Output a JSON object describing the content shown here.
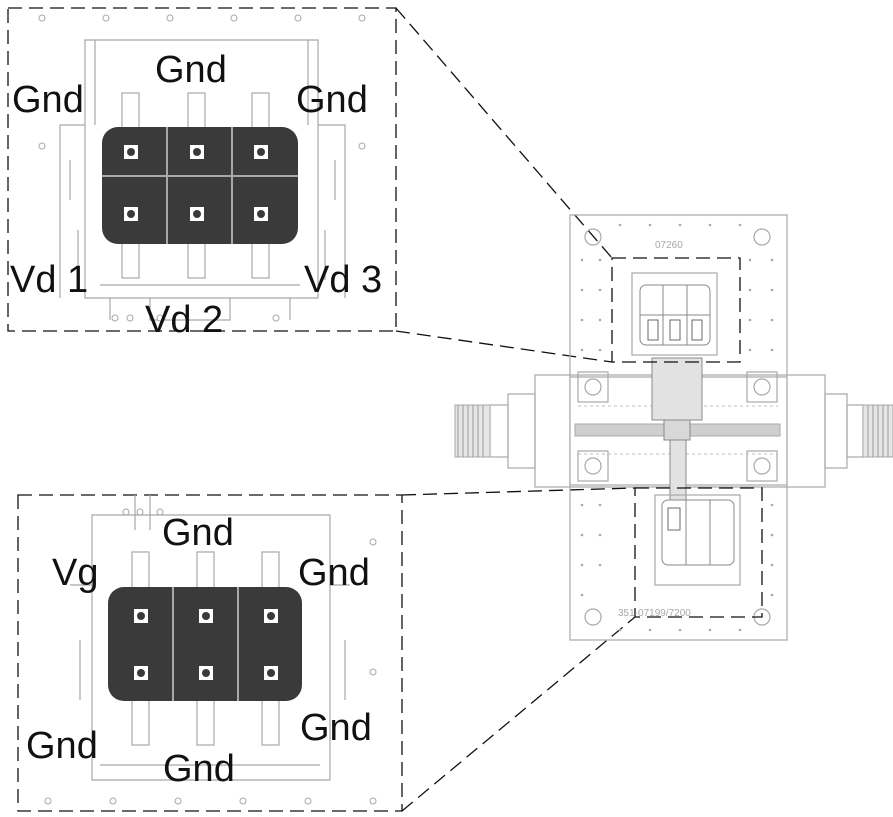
{
  "colors": {
    "background": "#ffffff",
    "trace": "#a8a8a8",
    "pad_fill": "#3a3a3a",
    "callout_border": "#111111",
    "label": "#111111"
  },
  "top_inset": {
    "labels": {
      "gnd_top": "Gnd",
      "gnd_left": "Gnd",
      "gnd_right": "Gnd",
      "vd1": "Vd 1",
      "vd2": "Vd 2",
      "vd3": "Vd 3"
    }
  },
  "bottom_inset": {
    "labels": {
      "vg": "Vg",
      "gnd_top": "Gnd",
      "gnd_right_top": "Gnd",
      "gnd_left_bottom": "Gnd",
      "gnd_bottom": "Gnd",
      "gnd_right_bottom": "Gnd"
    }
  },
  "board": {
    "top_marking": "07260",
    "bottom_marking": "351-07199/7200"
  }
}
